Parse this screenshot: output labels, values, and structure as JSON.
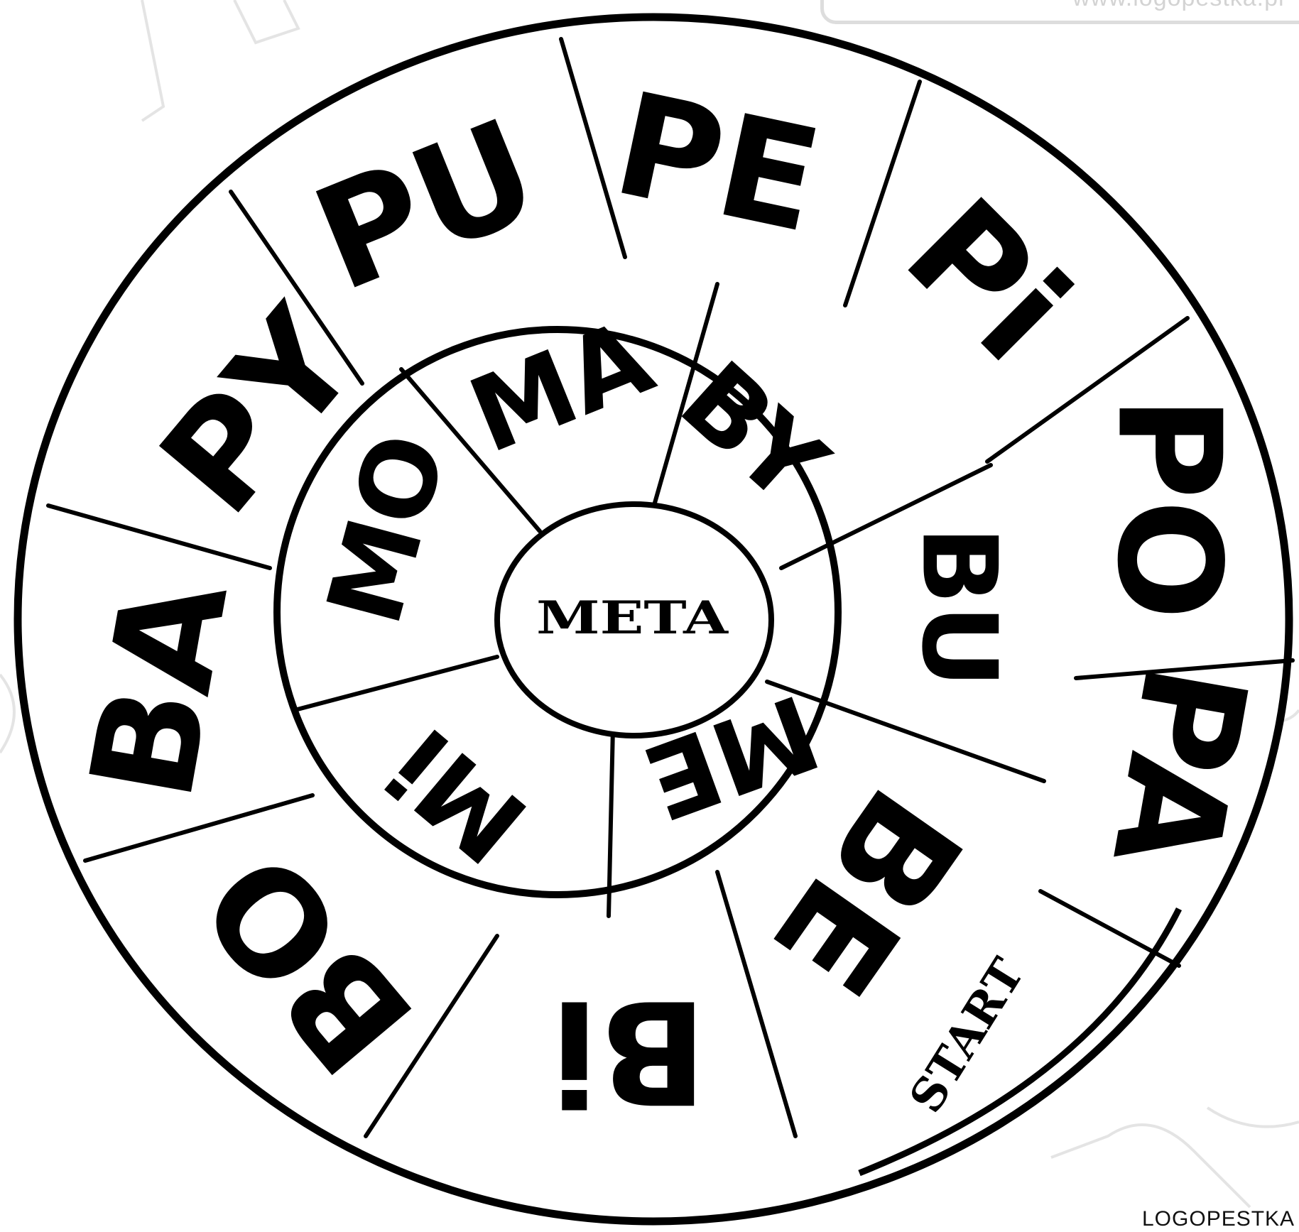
{
  "watermark_url": "www.logopestka.pl",
  "footer": "LOGOPESTKA",
  "center_label": "META",
  "start_label": "START",
  "outer_ring": [
    "PU",
    "PE",
    "Pi",
    "PO",
    "PA",
    "BE",
    "Bi",
    "BO",
    "BA",
    "PY"
  ],
  "inner_ring": [
    "MA",
    "BY",
    "BU",
    "ME",
    "Mi",
    "MO"
  ],
  "colors": {
    "ink": "#000000",
    "background": "#ffffff",
    "watermark": "#d3d3d3"
  }
}
